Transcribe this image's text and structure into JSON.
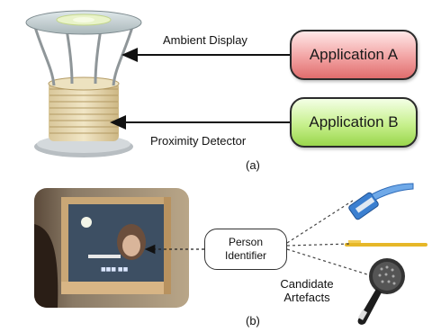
{
  "panel_a": {
    "label": "(a)",
    "application_a": "Application A",
    "application_b": "Application B",
    "ambient_display_label": "Ambient Display",
    "proximity_detector_label": "Proximity Detector"
  },
  "panel_b": {
    "label": "(b)",
    "person_identifier_line1": "Person",
    "person_identifier_line2": "Identifier",
    "candidate_line1": "Candidate",
    "candidate_line2": "Artefacts"
  },
  "colors": {
    "application_a_fill": "#f2a3a3",
    "application_b_fill": "#c7f08d",
    "arrow": "#111111"
  },
  "icons": [
    "table-device-photo",
    "mirror-photo",
    "razor-icon",
    "toothbrush-icon",
    "hairbrush-icon"
  ]
}
